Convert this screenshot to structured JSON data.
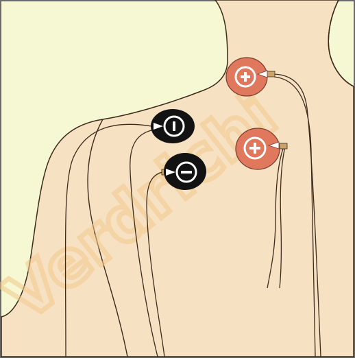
{
  "figure": {
    "kind": "electrode-placement-illustration",
    "colors": {
      "background": "#f5f8d2",
      "skin": "#f6e1c3",
      "outline": "#3a2a1a",
      "positive_electrode": "#e0785e",
      "negative_electrode": "#121212",
      "wire": "#3a2a1a",
      "watermark": "#f3c98c",
      "border": "#6b6b6b"
    }
  },
  "electrodes": [
    {
      "id": "positive-upper",
      "polarity": "positive",
      "symbol": "+",
      "icon": "plus-icon"
    },
    {
      "id": "positive-lower",
      "polarity": "positive",
      "symbol": "+",
      "icon": "plus-icon"
    },
    {
      "id": "negative-upper",
      "polarity": "negative",
      "symbol": "|",
      "icon": "bar-icon"
    },
    {
      "id": "negative-lower",
      "polarity": "negative",
      "symbol": "−",
      "icon": "minus-icon"
    }
  ],
  "watermark": {
    "text": "Verdrichi"
  }
}
